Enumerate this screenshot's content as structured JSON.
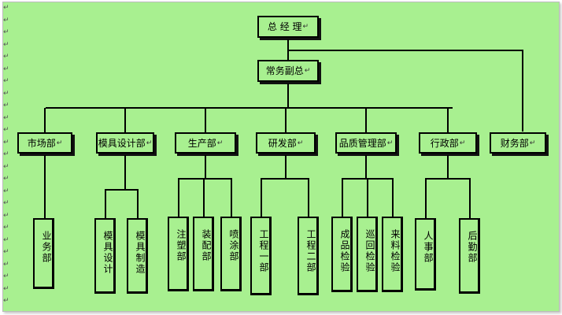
{
  "org_chart": {
    "root": "总 经 理",
    "vice": "常务副总",
    "departments": [
      {
        "id": "market",
        "name": "市场部",
        "children": [
          "业务部"
        ]
      },
      {
        "id": "mold",
        "name": "模具设计部",
        "children": [
          "模具设计",
          "模具制造"
        ]
      },
      {
        "id": "production",
        "name": "生产部",
        "children": [
          "注塑部",
          "装配部",
          "喷涂部"
        ]
      },
      {
        "id": "rnd",
        "name": "研发部",
        "children": [
          "工程一部",
          "工程二部"
        ]
      },
      {
        "id": "quality",
        "name": "品质管理部",
        "children": [
          "成品检验",
          "巡回检验",
          "来料检验"
        ]
      },
      {
        "id": "admin",
        "name": "行政部",
        "children": [
          "人事部",
          "后勤部"
        ]
      },
      {
        "id": "finance",
        "name": "财务部",
        "children": []
      }
    ]
  },
  "return_mark": "↵",
  "colors": {
    "page": "#a8f090",
    "line": "#000000"
  }
}
